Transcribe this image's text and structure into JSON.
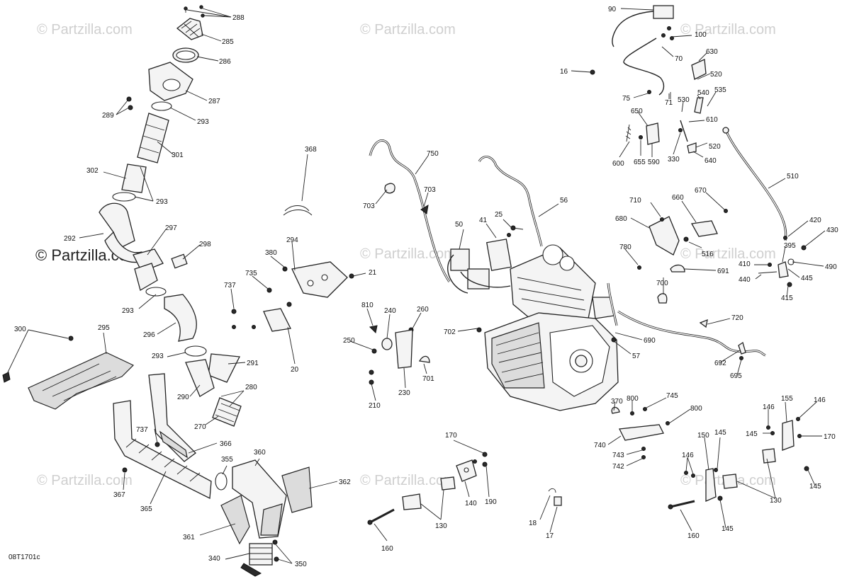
{
  "watermark": "© Partzilla.com",
  "watermark_main": "© Partzilla.com",
  "diagram_code": "08T1701c",
  "labels": {
    "l288": "288",
    "l285": "285",
    "l286": "286",
    "l287": "287",
    "l289": "289",
    "l293a": "293",
    "l301": "301",
    "l302": "302",
    "l293b": "293",
    "l292": "292",
    "l297": "297",
    "l298": "298",
    "l293c": "293",
    "l296": "296",
    "l300": "300",
    "l295": "295",
    "l293d": "293",
    "l291": "291",
    "l290": "290",
    "l280": "280",
    "l270": "270",
    "l737a": "737",
    "l366": "366",
    "l355": "355",
    "l360": "360",
    "l367": "367",
    "l365": "365",
    "l362": "362",
    "l361": "361",
    "l340": "340",
    "l350": "350",
    "l368": "368",
    "l294": "294",
    "l380": "380",
    "l735": "735",
    "l21": "21",
    "l737b": "737",
    "l20": "20",
    "l750": "750",
    "l703a": "703",
    "l703b": "703",
    "l810": "810",
    "l240": "240",
    "l260": "260",
    "l250": "250",
    "l701": "701",
    "l230": "230",
    "l210": "210",
    "l50": "50",
    "l41": "41",
    "l25": "25",
    "l56": "56",
    "l702": "702",
    "l690": "690",
    "l57": "57",
    "l170a": "170",
    "l140": "140",
    "l190": "190",
    "l130a": "130",
    "l160a": "160",
    "l18": "18",
    "l17": "17",
    "l90": "90",
    "l100": "100",
    "l70": "70",
    "l16": "16",
    "l75": "75",
    "l71": "71",
    "l630": "630",
    "l520a": "520",
    "l530": "530",
    "l540": "540",
    "l535": "535",
    "l650": "650",
    "l610": "610",
    "l600": "600",
    "l655": "655",
    "l590": "590",
    "l330": "330",
    "l520b": "520",
    "l640": "640",
    "l510": "510",
    "l710": "710",
    "l660": "660",
    "l670": "670",
    "l680": "680",
    "l780": "780",
    "l516": "516",
    "l691": "691",
    "l700": "700",
    "l420": "420",
    "l430": "430",
    "l395": "395",
    "l410": "410",
    "l490": "490",
    "l440": "440",
    "l445": "445",
    "l415": "415",
    "l720": "720",
    "l692": "692",
    "l695": "695",
    "l370": "370",
    "l800a": "800",
    "l745": "745",
    "l800b": "800",
    "l740": "740",
    "l743": "743",
    "l742": "742",
    "l146a": "146",
    "l155": "155",
    "l146b": "146",
    "l145a": "145",
    "l170b": "170",
    "l150": "150",
    "l145b": "145",
    "l146c": "146",
    "l145c": "145",
    "l130b": "130",
    "l145d": "145",
    "l160b": "160"
  }
}
